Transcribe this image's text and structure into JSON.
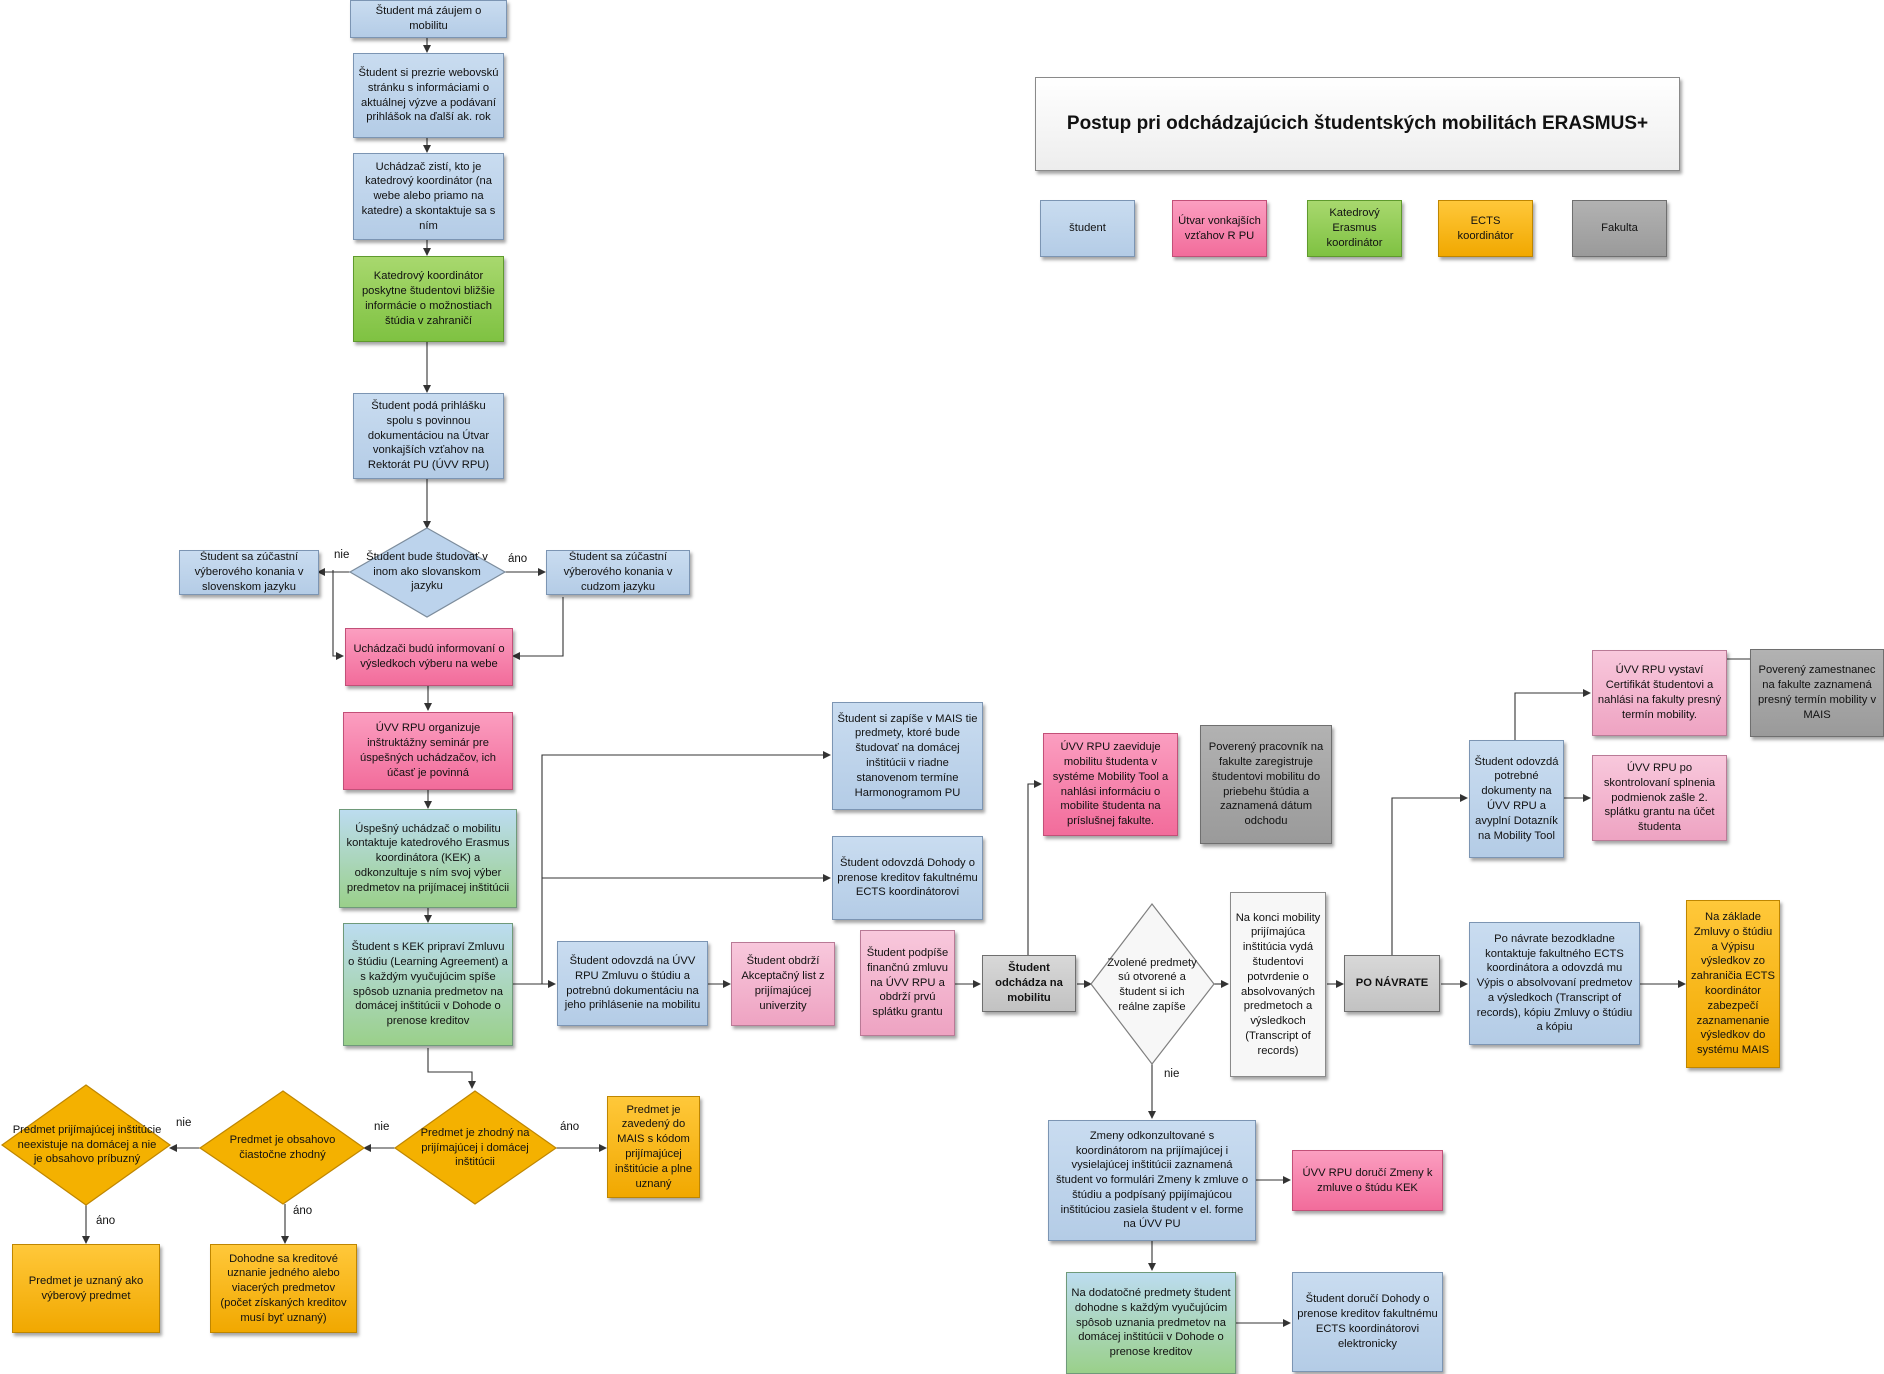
{
  "title": "Postup pri odchádzajúcich študentských mobilitách ERASMUS+",
  "legend": {
    "student": "študent",
    "uvv": "Útvar vonkajších vzťahov R PU",
    "kek": "Katedrový Erasmus koordinátor",
    "ects": "ECTS koordinátor",
    "fakulta": "Fakulta"
  },
  "nodes": {
    "n1": "Študent má záujem o mobilitu",
    "n2": "Študent si prezrie webovskú stránku s informáciami o aktuálnej výzve a podávaní prihlášok na ďalší ak. rok",
    "n3": "Uchádzač zistí, kto je katedrový koordinátor (na webe alebo priamo na katedre) a skontaktuje sa s ním",
    "n4": "Katedrový koordinátor poskytne študentovi bližšie informácie o možnostiach štúdia v zahraničí",
    "n5": "Študent podá prihlášku spolu s povinnou dokumentáciou na Útvar vonkajších vzťahov  na Rektorát PU (ÚVV RPU)",
    "d1": "Študent bude študovať v inom ako slovanskom jazyku",
    "n6l": "Študent sa zúčastní výberového konania v slovenskom jazyku",
    "n6r": "Študent sa zúčastní výberového konania v cudzom jazyku",
    "n7": "Uchádzači budú informovaní o výsledkoch výberu na webe",
    "n8": "ÚVV RPU organizuje inštruktážny seminár pre úspešných uchádzačov, ich účasť je povinná",
    "n9": "Úspešný uchádzač o mobilitu kontaktuje katedrového Erasmus koordinátora (KEK) a odkonzultuje s ním svoj výber predmetov na prijímacej inštitúcii",
    "n10": "Študent s KEK pripraví Zmluvu o štúdiu (Learning Agreement) a s každým vyučujúcim spíše spôsob uznania predmetov na domácej inštitúcii v Dohode o prenose kreditov",
    "n11": "Študent si zapíše v MAIS tie predmety, ktoré bude študovať na domácej inštitúcii v riadne stanovenom termíne Harmonogramom PU",
    "n12": "Študent odovzdá Dohody o prenose kreditov fakultnému ECTS koordinátorovi",
    "n13": "Študent odovzdá na ÚVV RPU Zmluvu o štúdiu a potrebnú dokumentáciu na jeho prihlásenie na mobilitu",
    "n14": "Študent obdrží Akceptačný list z prijímajúcej univerzity",
    "n15": "Študent podpíše finančnú zmluvu na ÚVV RPU a obdrží prvú splátku grantu",
    "n16": "Študent odchádza na mobilitu",
    "n17": "ÚVV RPU zaeviduje mobilitu študenta v systéme Mobility Tool a nahlási informáciu o mobilite študenta na príslušnej fakulte.",
    "n18": "Poverený pracovník na fakulte zaregistruje študentovi mobilitu do priebehu štúdia a zaznamená dátum odchodu",
    "d2": "Zvolené predmety sú otvorené a študent si ich reálne zapíše",
    "n19": "Na konci mobility prijímajúca inštitúcia vydá študentovi potvrdenie o absolvovaných predmetoch a výsledkoch (Transcript of records)",
    "n20": "PO NÁVRATE",
    "n21": "Študent odovzdá potrebné dokumenty na ÚVV RPU a avyplní Dotazník na Mobility Tool",
    "n22": "ÚVV RPU vystaví Certifikát študentovi a nahlási na fakulty presný termín mobility.",
    "n23": "Poverený zamestnanec na fakulte zaznamená presný termín mobility v MAIS",
    "n24": "ÚVV RPU po skontrolovaní splnenia podmienok zašle 2. splátku grantu na účet študenta",
    "n25": "Po návrate bezodkladne kontaktuje fakultného ECTS koordinátora a odovzdá mu Výpis o absolvovaní predmetov a výsledkoch (Transcript of records), kópiu Zmluvy o štúdiu a kópiu",
    "n26": "Na základe Zmluvy o štúdiu a Výpisu výsledkov zo zahraničia ECTS koordinátor zabezpečí zaznamenanie výsledkov do systému MAIS",
    "n27": "Zmeny odkonzultované s koordinátorom na prijímajúcej i vysielajúcej inštitúcii zaznamená študent vo formulári Zmeny k zmluve o štúdiu a podpísaný ppijímajúcou inštitúciou zasiela študent v el. forme na ÚVV PU",
    "n28": "ÚVV RPU doručí Zmeny k zmluve o štúdu KEK",
    "n29": "Na dodatočné predmety študent dohodne s každým vyučujúcim spôsob uznania predmetov na domácej inštitúcii v Dohode o prenose kreditov",
    "n30": "Študent doručí Dohody o prenose kreditov fakultnému ECTS koordinátorovi elektronicky",
    "d3": "Predmet je zhodný na prijímajúcej i domácej inštitúcii",
    "n31": "Predmet je zavedený do MAIS s kódom prijímajúcej inštitúcie a plne uznaný",
    "d4": "Predmet je obsahovo čiastočne zhodný",
    "n32": "Dohodne sa kreditové uznanie jedného alebo viacerých predmetov (počet získaných kreditov musí byť uznaný)",
    "d5": "Predmet prijímajúcej inštitúcie neexistuje na domácej a nie je obsahovo príbuzný",
    "n33": "Predmet je uznaný ako výberový predmet"
  },
  "labels": {
    "yes": "áno",
    "no": "nie"
  }
}
